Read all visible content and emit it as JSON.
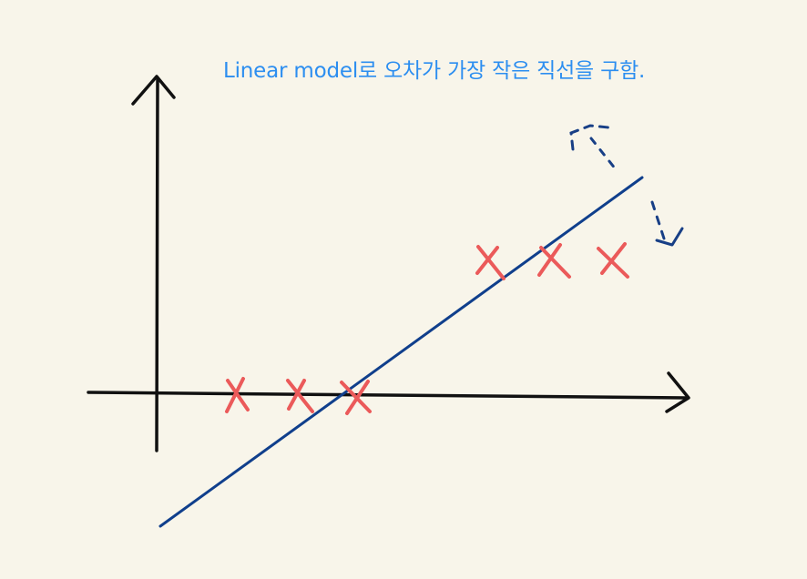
{
  "caption": {
    "text": "Linear model로 오차가 가장 작은 직선을 구함.",
    "color": "#2c8ef0"
  },
  "colors": {
    "axis": "#111111",
    "line": "#103f8c",
    "marker": "#eb5a5a",
    "hint": "#183f86",
    "background": "#f8f5ea"
  },
  "markers": {
    "symbol": "x",
    "groups": [
      {
        "name": "low-points",
        "count": 3
      },
      {
        "name": "high-points",
        "count": 3
      }
    ]
  },
  "icons": [
    "x-marker-icon",
    "rotate-arrow-icon"
  ]
}
